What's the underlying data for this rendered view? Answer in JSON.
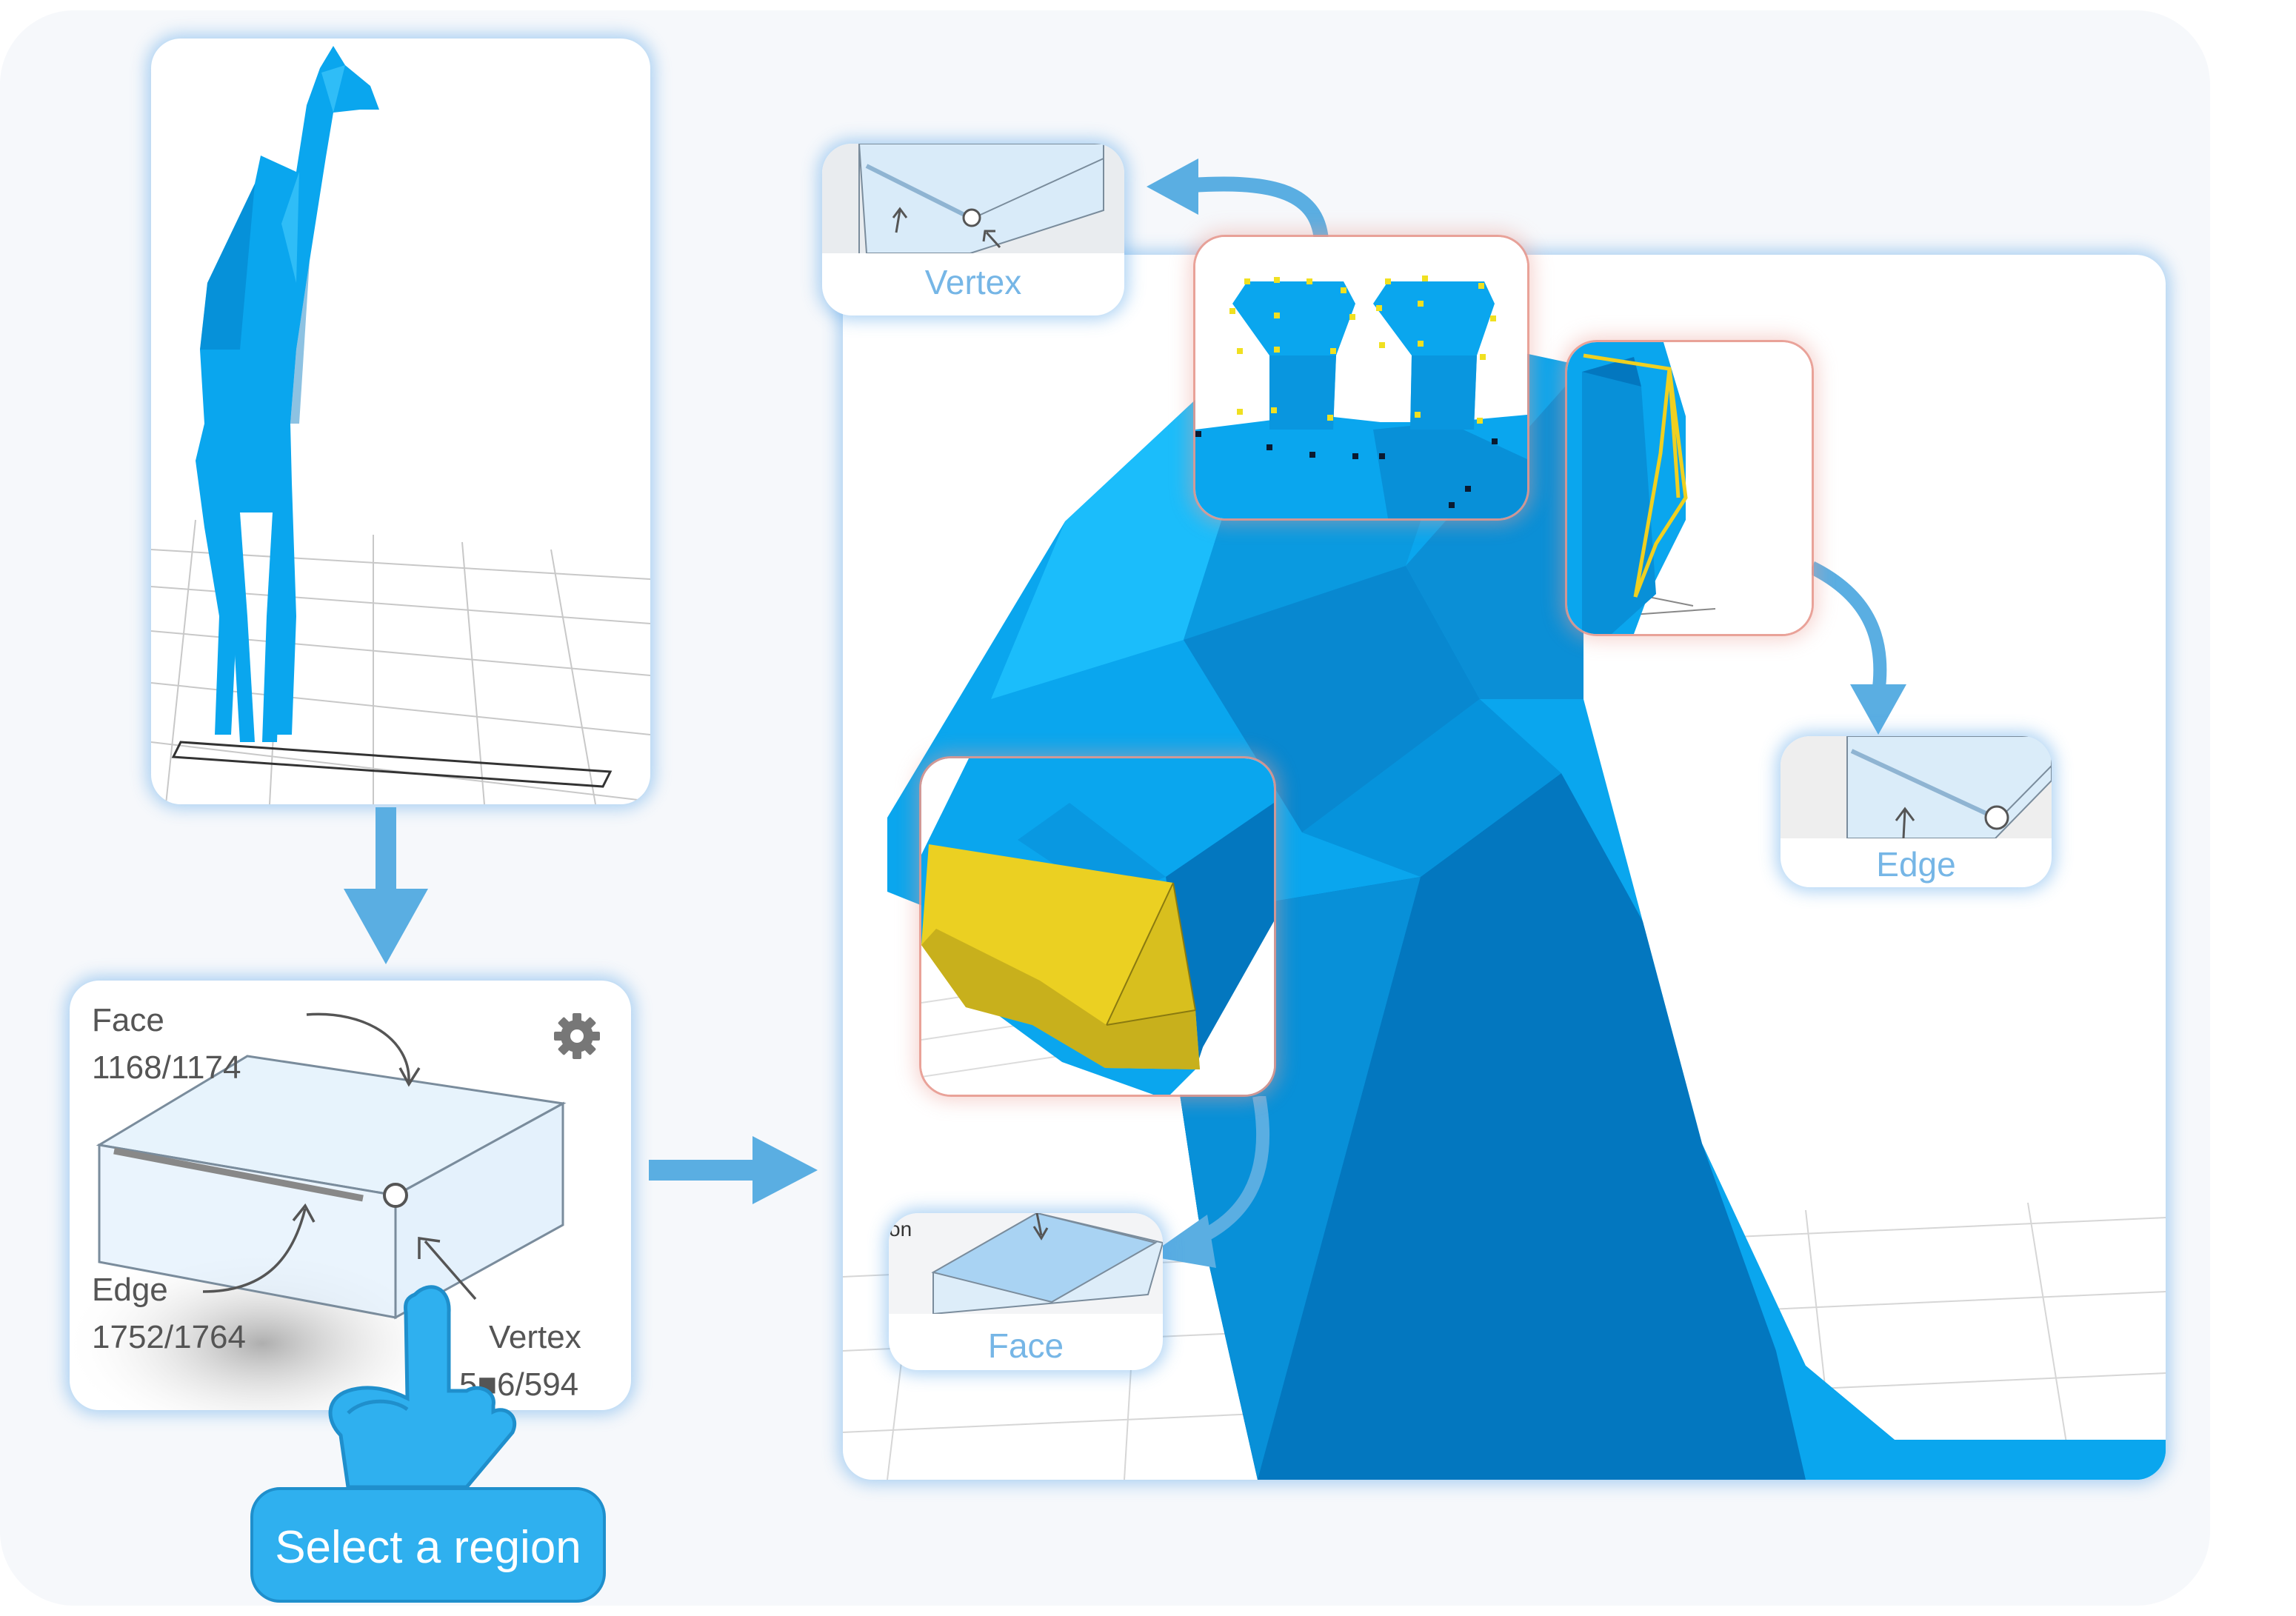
{
  "widget": {
    "face_label": "Face",
    "face_count": "1168/1174",
    "edge_label": "Edge",
    "edge_count": "1752/1764",
    "vertex_label": "Vertex",
    "vertex_count": "5■6/594",
    "settings_icon": "gear-icon"
  },
  "mini_views": {
    "vertex": "Vertex",
    "edge": "Edge",
    "face": "Face",
    "face_partial_text": "on"
  },
  "action": {
    "select_label": "Select a region",
    "pointer_icon": "hand-pointer-icon"
  },
  "colors": {
    "model_blue": "#0aa6ee",
    "model_blue_dark": "#0377bf",
    "highlight_yellow": "#f0d020",
    "accent_blue": "#5aaee2",
    "button_blue": "#2fb0ef"
  }
}
